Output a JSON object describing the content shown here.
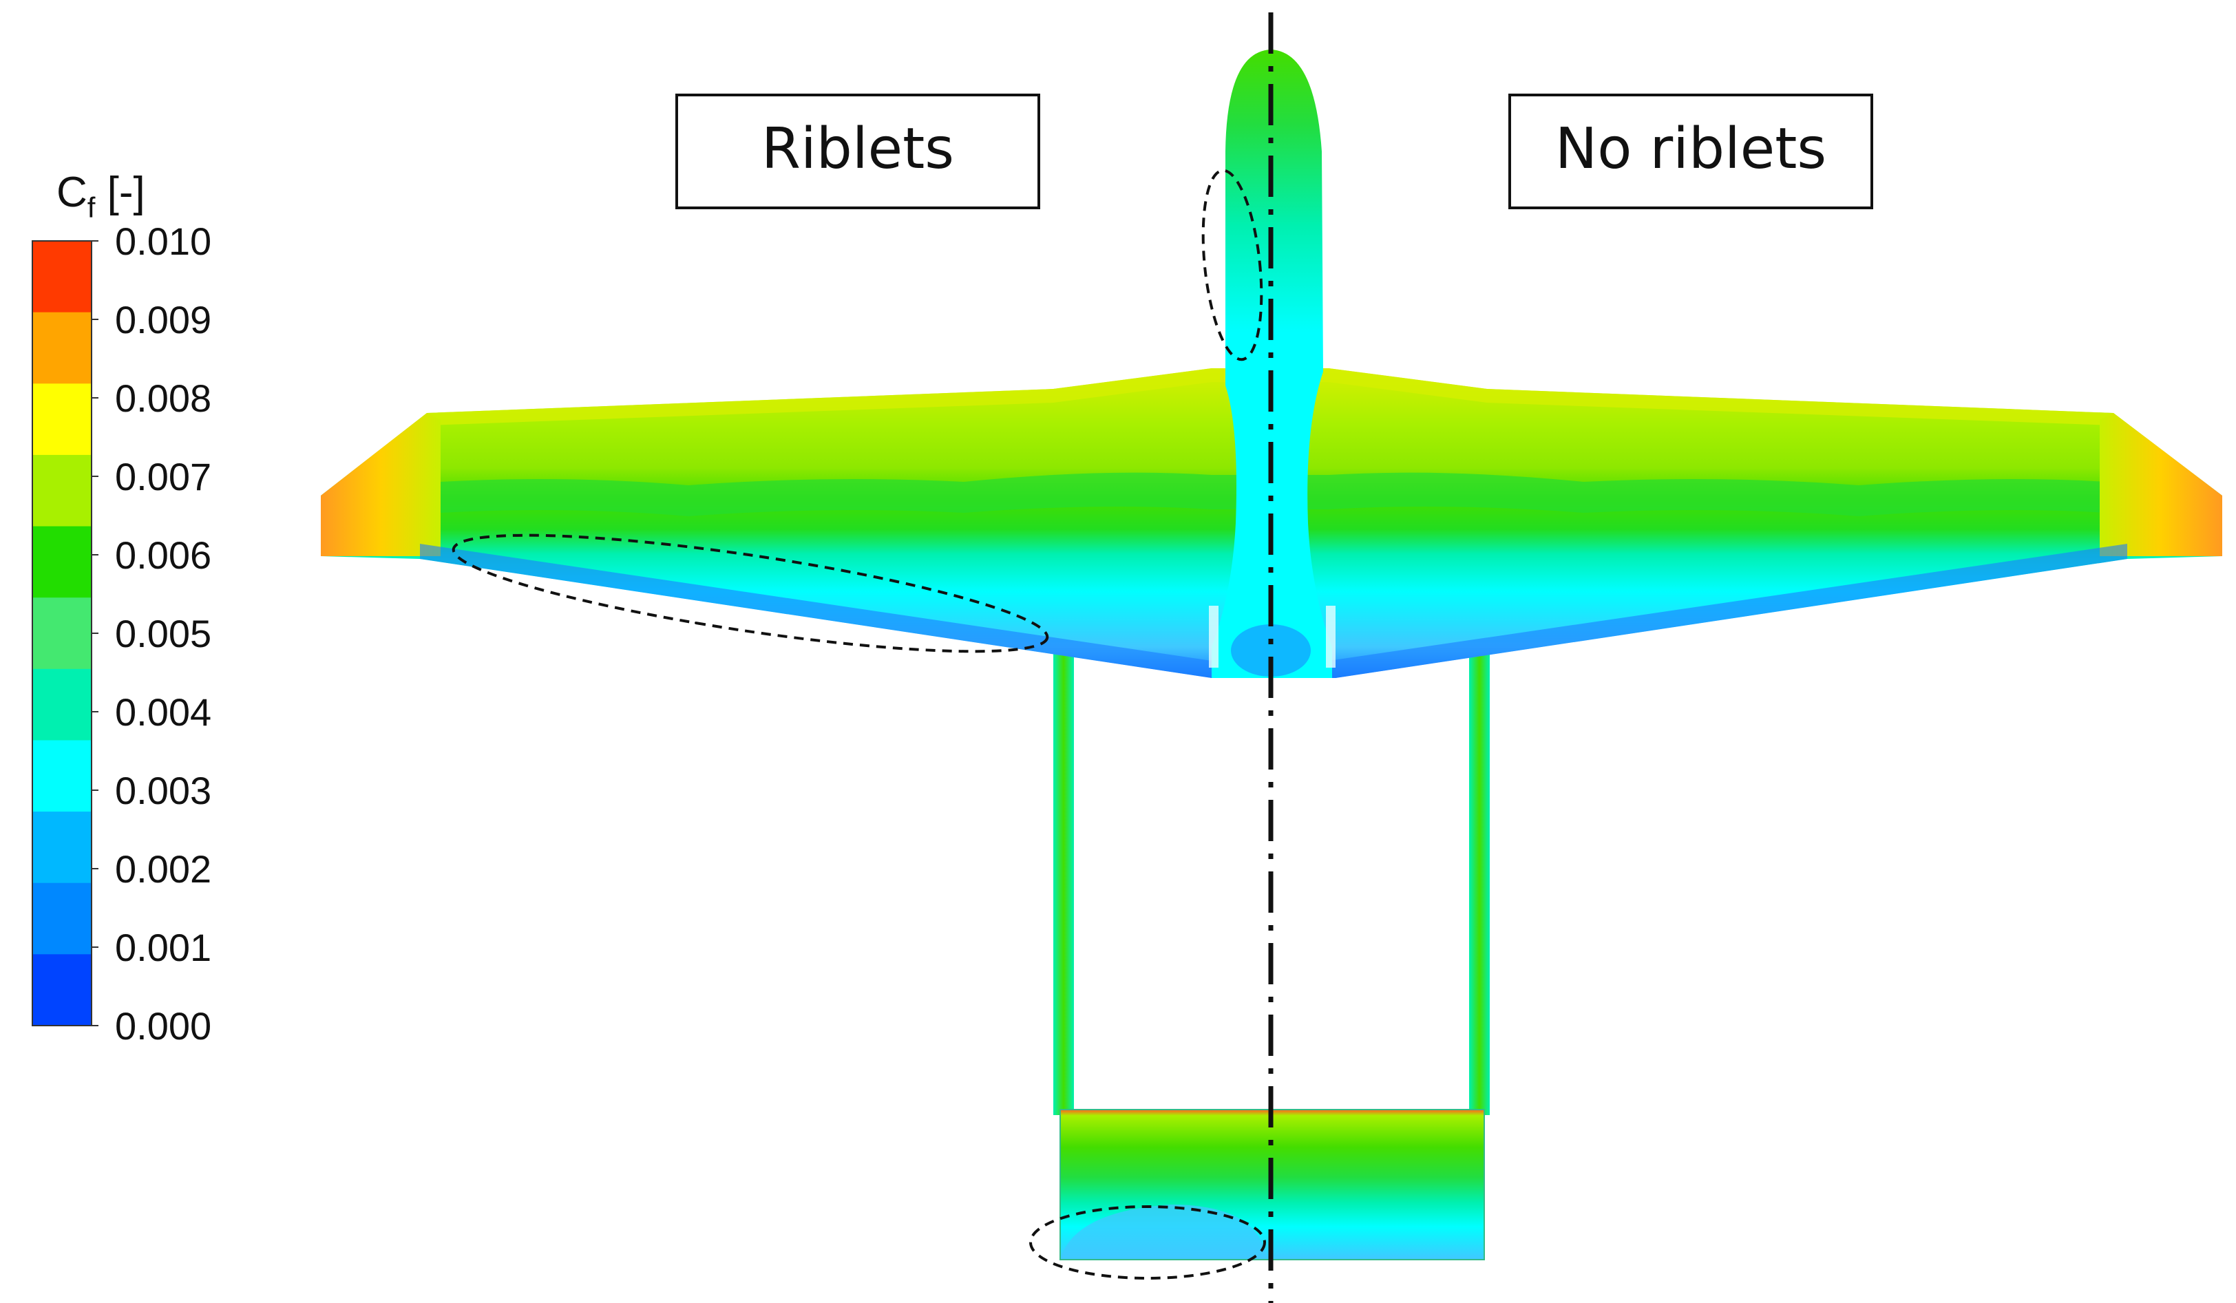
{
  "colorbar": {
    "title_main": "C",
    "title_sub": "f",
    "title_unit": " [-]",
    "ticks": [
      "0.010",
      "0.009",
      "0.008",
      "0.007",
      "0.006",
      "0.005",
      "0.004",
      "0.003",
      "0.002",
      "0.001",
      "0.000"
    ],
    "colors": [
      "#ff3a00",
      "#ffa500",
      "#ffff00",
      "#a8f000",
      "#22dd00",
      "#44e870",
      "#00f0b0",
      "#00ffff",
      "#00b8ff",
      "#0088ff",
      "#0044ff"
    ]
  },
  "labels": {
    "left": "Riblets",
    "right": "No riblets"
  },
  "palette": {
    "green": "#44dd00",
    "lime": "#a8f000",
    "yellow_green": "#c8f000",
    "cyan": "#00ffff",
    "light_blue": "#40c8ff",
    "blue": "#1a7dff",
    "orange": "#ff9a20",
    "red": "#ff3a00"
  }
}
